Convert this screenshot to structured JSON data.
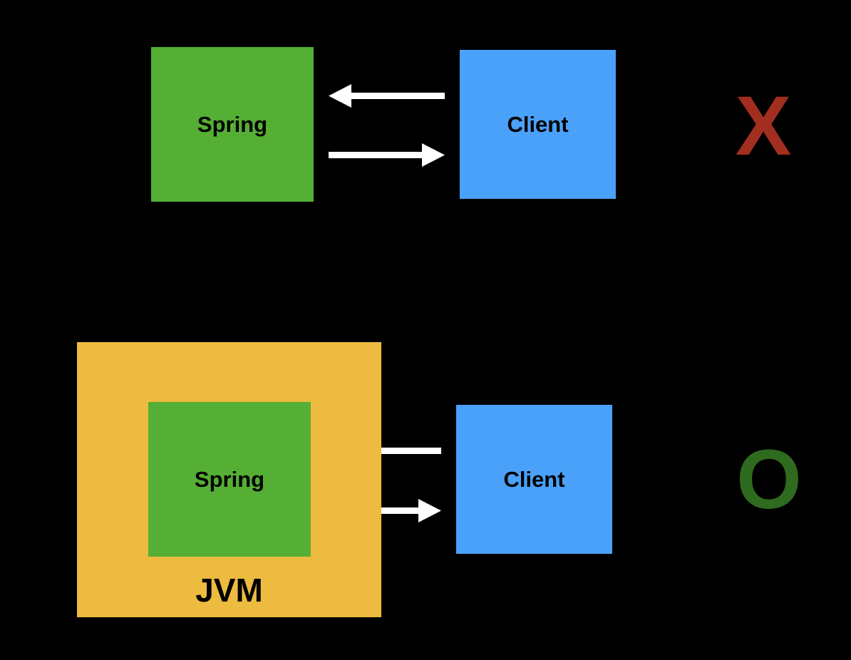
{
  "top_diagram": {
    "spring_label": "Spring",
    "client_label": "Client",
    "verdict": "X",
    "verdict_color": "#a22e1f"
  },
  "bottom_diagram": {
    "jvm_label": "JVM",
    "spring_label": "Spring",
    "client_label": "Client",
    "verdict": "O",
    "verdict_color": "#2e6b1e"
  },
  "colors": {
    "background": "#000000",
    "spring": "#55af34",
    "client": "#4aa1f9",
    "jvm": "#edbb40",
    "arrow": "#ffffff"
  }
}
